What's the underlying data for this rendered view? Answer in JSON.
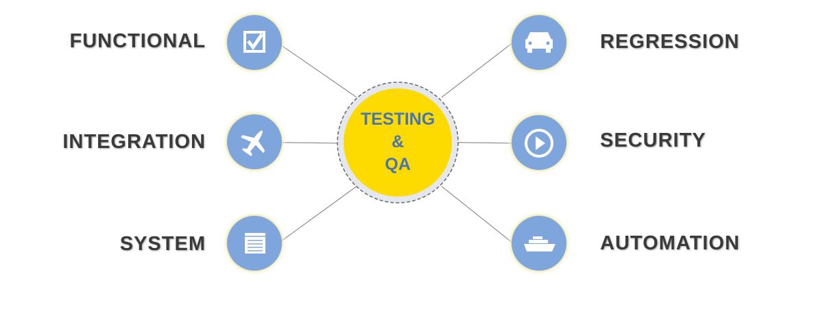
{
  "center": {
    "line1": "TESTING",
    "line2": "&",
    "line3": "QA"
  },
  "nodes": [
    {
      "label": "FUNCTIONAL",
      "icon": "checkbox-icon"
    },
    {
      "label": "INTEGRATION",
      "icon": "airplane-icon"
    },
    {
      "label": "SYSTEM",
      "icon": "notepad-icon"
    },
    {
      "label": "REGRESSION",
      "icon": "car-icon"
    },
    {
      "label": "SECURITY",
      "icon": "play-circle-icon"
    },
    {
      "label": "AUTOMATION",
      "icon": "ship-icon"
    }
  ],
  "colors": {
    "node": "#7ea6dc",
    "glow": "#e8dc7a",
    "center": "#fedb00",
    "text": "#3a3a3a",
    "center_text": "#4a76b0"
  }
}
